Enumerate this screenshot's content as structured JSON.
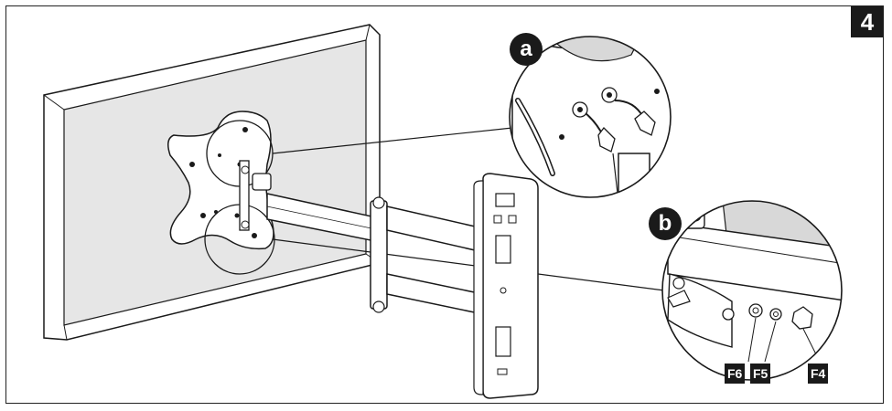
{
  "step_number": "4",
  "callouts": {
    "a": "a",
    "b": "b"
  },
  "parts": {
    "f6": "F6",
    "f5": "F5",
    "f4": "F4"
  },
  "colors": {
    "ink": "#1a1a1a",
    "tv_screen": "#e6e6e6",
    "badge": "#1a1a1a"
  }
}
